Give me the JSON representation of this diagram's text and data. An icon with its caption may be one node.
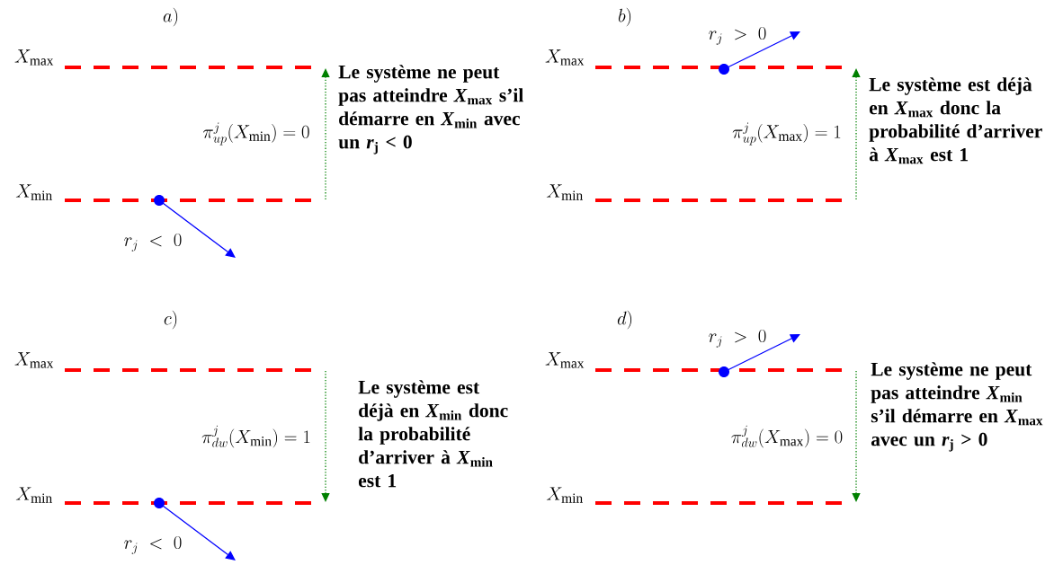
{
  "diagram": {
    "labels": [
      "a)",
      "X_{\\max}",
      "X_{\\min}",
      "r_{j}\\;<\\;0",
      "\\pi^{j}_{up}(X_{\\min})=0",
      "Le système ne peut pas atteindre *X*$_{max}$ s’il démarre en *X*$_{min}$ avec un *r*$_{j}$ < 0",
      "b)",
      "X_{\\max}",
      "X_{\\min}",
      "r_{j}\\;>\\;0",
      "\\pi^{j}_{up}(X_{\\max})=1",
      "Le système est déjà en *X*$_{max}$ donc la probabilité d’arriver à *X*$_{max}$ est 1",
      "c)",
      "X_{\\max}",
      "X_{\\min}",
      "r_{j}\\;<\\;0",
      "\\pi^{j}_{dw}(X_{\\min})=1",
      "Le système est déjà en *X*$_{min}$ donc la probabilité d’arriver à *X*$_{min}$ est 1",
      "d)",
      "X_{\\max}",
      "X_{\\min}",
      "r_{j}\\;>\\;0",
      "\\pi^{j}_{dw}(X_{\\max})=0",
      "Le système ne peut pas atteindre *X*$_{min}$ s’il démarre en *X*$_{max}$ avec un *r*$_{j}$ > 0"
    ]
  }
}
